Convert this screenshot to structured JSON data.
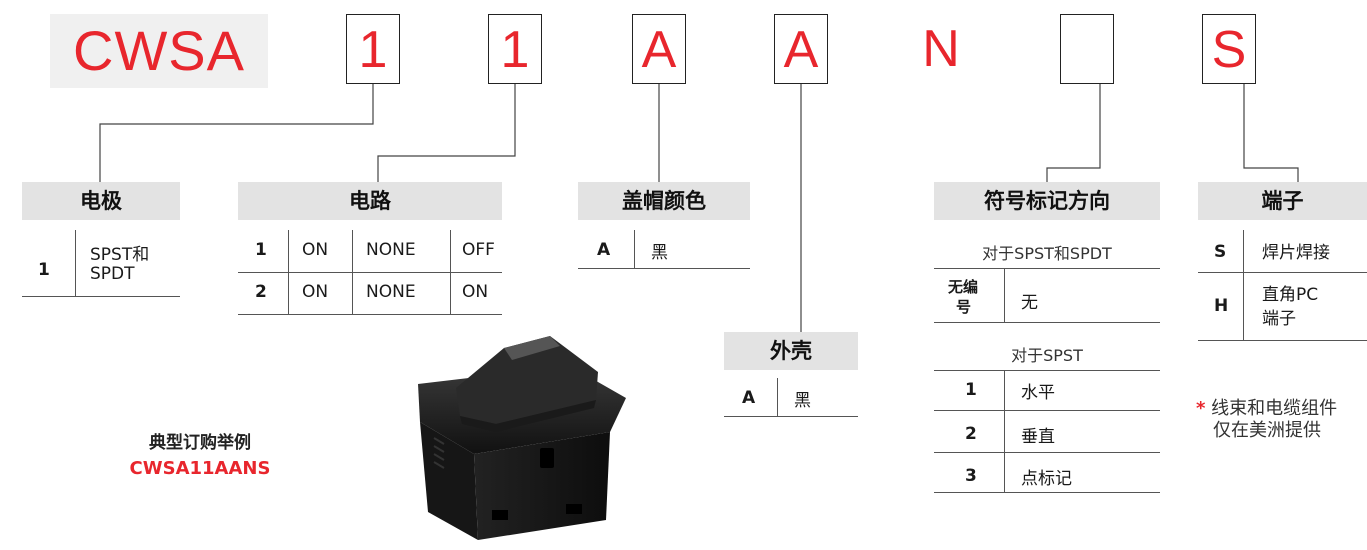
{
  "code": {
    "prefix": "CWSA",
    "slots": [
      {
        "char": "1",
        "boxed": true
      },
      {
        "char": "1",
        "boxed": true
      },
      {
        "char": "A",
        "boxed": true
      },
      {
        "char": "A",
        "boxed": true
      },
      {
        "char": "N",
        "boxed": false
      },
      {
        "char": "",
        "boxed": true
      },
      {
        "char": "S",
        "boxed": true
      }
    ]
  },
  "poles": {
    "title": "电极",
    "rows": [
      {
        "code": "1",
        "desc_line1": "SPST和",
        "desc_line2": "SPDT"
      }
    ]
  },
  "circuit": {
    "title": "电路",
    "rows": [
      {
        "code": "1",
        "c1": "ON",
        "c2": "NONE",
        "c3": "OFF"
      },
      {
        "code": "2",
        "c1": "ON",
        "c2": "NONE",
        "c3": "ON"
      }
    ]
  },
  "cap_color": {
    "title": "盖帽颜色",
    "rows": [
      {
        "code": "A",
        "desc": "黑"
      }
    ]
  },
  "housing": {
    "title": "外壳",
    "rows": [
      {
        "code": "A",
        "desc": "黑"
      }
    ]
  },
  "marking": {
    "title": "符号标记方向",
    "sub1": "对于SPST和SPDT",
    "row_none": {
      "code_line1": "无编",
      "code_line2": "号",
      "desc": "无"
    },
    "sub2": "对于SPST",
    "rows": [
      {
        "code": "1",
        "desc": "水平"
      },
      {
        "code": "2",
        "desc": "垂直"
      },
      {
        "code": "3",
        "desc": "点标记"
      }
    ]
  },
  "terminals": {
    "title": "端子",
    "rows": [
      {
        "code": "S",
        "desc_line1": "焊片焊接",
        "desc_line2": ""
      },
      {
        "code": "H",
        "desc_line1": "直角PC",
        "desc_line2": "端子"
      }
    ]
  },
  "footnote": {
    "star": "*",
    "line1": "线束和电缆组件",
    "line2": "仅在美洲提供"
  },
  "example": {
    "title": "典型订购举例",
    "code": "CWSA11AANS"
  }
}
